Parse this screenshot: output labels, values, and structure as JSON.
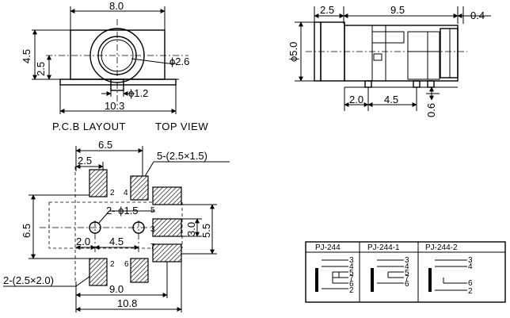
{
  "top_left": {
    "dim_width": "8.0",
    "dim_height": "4.5",
    "dim_inner_height": "2.5",
    "dim_diameter": "ϕ2.6",
    "dim_pin": "ϕ1.2",
    "dim_total": "10.3",
    "caption_pcb": "P.C.B LAYOUT",
    "caption_top": "TOP VIEW"
  },
  "side_view": {
    "dim_a": "2.5",
    "dim_b": "9.5",
    "dim_c": "0.4",
    "dim_dia": "ϕ5.0",
    "dim_d": "2.0",
    "dim_e": "4.5",
    "dim_f": "0.6"
  },
  "pcb_layout": {
    "dim_65_top": "6.5",
    "dim_25": "2.5",
    "pad_note": "5-(2.5×1.5)",
    "hole_note": "2- ϕ1.5",
    "dim_65_left": "6.5",
    "dim_20": "2.0",
    "dim_45": "4.5",
    "dim_30": "3.0",
    "dim_55": "5.5",
    "pad_note2": "2-(2.5×2.0)",
    "dim_90": "9.0",
    "dim_108": "10.8",
    "pins": [
      "2",
      "4",
      "5",
      "3",
      "7",
      "2",
      "6"
    ]
  },
  "schematic_table": {
    "headers": [
      "PJ-244",
      "PJ-244-1",
      "PJ-244-2"
    ],
    "col1_pins": [
      "3",
      "4",
      "5",
      "7",
      "6",
      "2"
    ],
    "col2_pins": [
      "3",
      "4",
      "5",
      "7",
      "6"
    ],
    "col3_pins": [
      "3",
      "4",
      "6",
      "2"
    ]
  }
}
